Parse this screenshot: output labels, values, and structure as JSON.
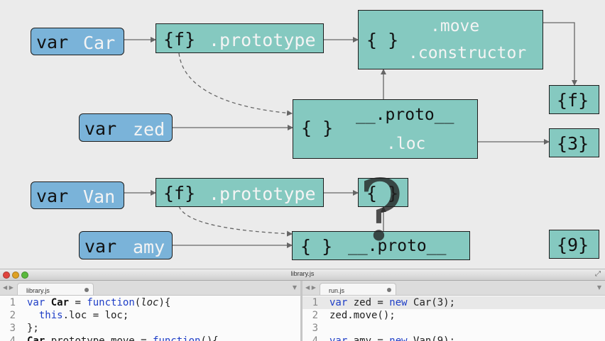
{
  "diagram": {
    "var_car": {
      "kw": "var",
      "name": "Car"
    },
    "var_zed": {
      "kw": "var",
      "name": "zed"
    },
    "var_van": {
      "kw": "var",
      "name": "Van"
    },
    "var_amy": {
      "kw": "var",
      "name": "amy"
    },
    "car_func": {
      "f": "{f}",
      "prop": ".prototype"
    },
    "van_func": {
      "f": "{f}",
      "prop": ".prototype"
    },
    "car_proto": {
      "braces": "{ }",
      "move": ".move",
      "ctor": ".constructor"
    },
    "zed_obj": {
      "braces": "{ }",
      "proto": "__.proto__",
      "loc": ".loc"
    },
    "van_proto": {
      "braces": "{ }"
    },
    "amy_obj": {
      "braces": "{ }",
      "proto": "__.proto__"
    },
    "f_value": "{f}",
    "three_value": "{3}",
    "nine_value": "{9}",
    "question_mark": "?"
  },
  "editor": {
    "window_title": "library.js",
    "left_tab": "library.js",
    "right_tab": "run.js",
    "left_lines": [
      {
        "n": "1",
        "parts": [
          {
            "c": "kw",
            "t": "var "
          },
          {
            "c": "fn",
            "t": "Car"
          },
          {
            "c": "",
            "t": " = "
          },
          {
            "c": "kw",
            "t": "function"
          },
          {
            "c": "",
            "t": "("
          },
          {
            "c": "it",
            "t": "loc"
          },
          {
            "c": "",
            "t": "){"
          }
        ]
      },
      {
        "n": "2",
        "parts": [
          {
            "c": "",
            "t": "  "
          },
          {
            "c": "kw",
            "t": "this"
          },
          {
            "c": "",
            "t": ".loc = loc;"
          }
        ]
      },
      {
        "n": "3",
        "parts": [
          {
            "c": "",
            "t": "};"
          }
        ]
      },
      {
        "n": "4",
        "parts": [
          {
            "c": "fn",
            "t": "Car"
          },
          {
            "c": "",
            "t": ".prototype.move = "
          },
          {
            "c": "kw",
            "t": "function"
          },
          {
            "c": "",
            "t": "(){"
          }
        ]
      }
    ],
    "right_lines": [
      {
        "n": "1",
        "parts": [
          {
            "c": "kw",
            "t": "var "
          },
          {
            "c": "",
            "t": "zed = "
          },
          {
            "c": "kw",
            "t": "new "
          },
          {
            "c": "",
            "t": "Car(3);"
          }
        ]
      },
      {
        "n": "2",
        "parts": [
          {
            "c": "",
            "t": "zed.move();"
          }
        ]
      },
      {
        "n": "3",
        "parts": [
          {
            "c": "",
            "t": ""
          }
        ]
      },
      {
        "n": "4",
        "parts": [
          {
            "c": "kw",
            "t": "var "
          },
          {
            "c": "",
            "t": "amy = "
          },
          {
            "c": "kw",
            "t": "new "
          },
          {
            "c": "",
            "t": "Van(9);"
          }
        ]
      }
    ]
  }
}
